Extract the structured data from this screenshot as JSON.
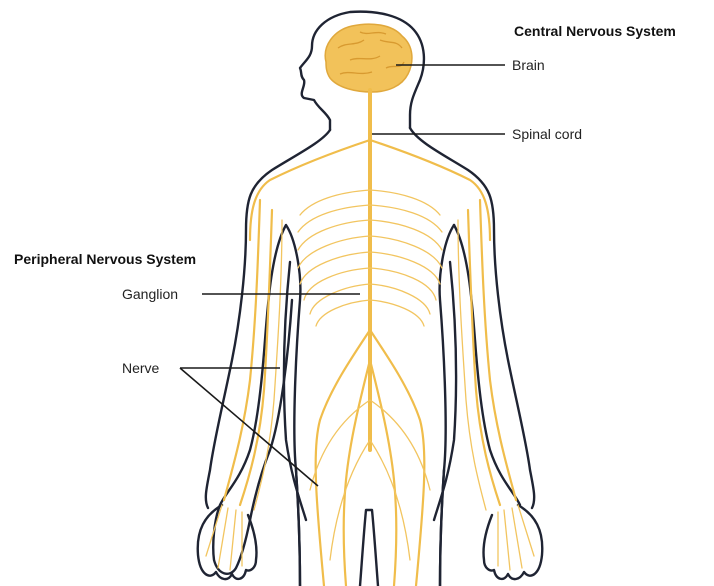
{
  "labels": {
    "cns_heading": "Central Nervous System",
    "brain": "Brain",
    "spinal_cord": "Spinal cord",
    "pns_heading": "Peripheral Nervous System",
    "ganglion": "Ganglion",
    "nerve": "Nerve"
  },
  "colors": {
    "nerve": "#f0bd4b",
    "brain": "#f2c25a",
    "outline": "#1f2433",
    "leader": "#1a1a1a"
  }
}
